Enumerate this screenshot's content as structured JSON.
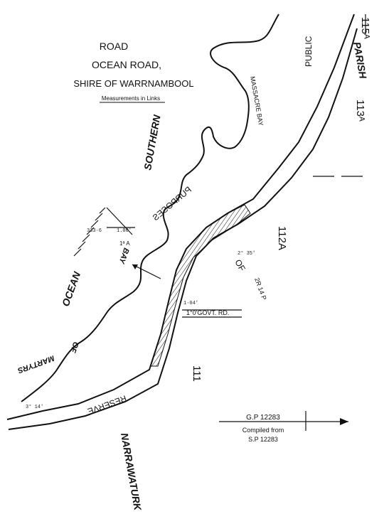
{
  "title": {
    "line1": "ROAD",
    "line2": "OCEAN ROAD,",
    "line3": "SHIRE OF WARRNAMBOOL",
    "subtitle": "Measurements in Links"
  },
  "labels": {
    "public": "PUBLIC",
    "parish": "PARISH",
    "massacre_bay": "MASSACRE BAY",
    "southern": "SOUTHERN",
    "purposes": "PURPOSES",
    "of": "OF",
    "ocean": "OCEAN",
    "bay": "BAY",
    "of_small": "OF",
    "martyrs": "MARTYRS",
    "reserve": "RESERVE",
    "narrawaturk": "NARRAWATURK",
    "govt_rd": "1°0'GOVT. RD.",
    "area": "2R 14 P",
    "one_a": "1ª A"
  },
  "allotments": {
    "a115": "115ᴬ",
    "a113": "113ᴬ",
    "a112": "112A",
    "a111": "111"
  },
  "plan_note": {
    "plan_no": "G.P 12283",
    "compiled": "Compiled from",
    "source": "S.P 12283"
  },
  "measurements": {
    "m1": "1.00'",
    "m2": "333·6",
    "m3": "3° 14'",
    "m4": "1·04'",
    "m5": "2° 35'"
  }
}
